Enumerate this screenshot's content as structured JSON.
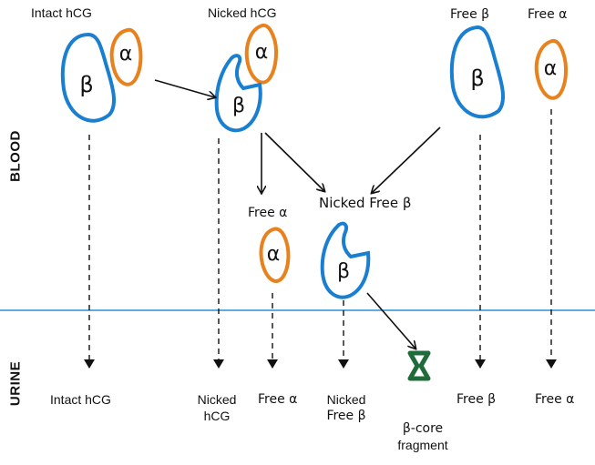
{
  "compartments": {
    "top": "BLOOD",
    "bottom": "URINE"
  },
  "blood_labels": {
    "intact_hcg": "Intact hCG",
    "nicked_hcg": "Nicked hCG",
    "free_beta": "Free β",
    "free_alpha": "Free α",
    "free_alpha_mid": "Free α",
    "nicked_free_beta": "Nicked Free β"
  },
  "urine_labels": {
    "intact_hcg": "Intact hCG",
    "nicked_hcg_1": "Nicked",
    "nicked_hcg_2": "hCG",
    "free_alpha_1": "Free α",
    "nicked_free_beta_1": "Nicked",
    "nicked_free_beta_2": "Free β",
    "beta_core_1": "β-core",
    "beta_core_2": "fragment",
    "free_beta": "Free β",
    "free_alpha_2": "Free α"
  },
  "subunit_symbols": {
    "alpha": "α",
    "beta": "β"
  },
  "colors": {
    "beta_subunit": "#1a7fd0",
    "alpha_subunit": "#e8821e",
    "beta_core": "#1f6b3a",
    "divider": "#2a8fd8",
    "arrow": "#111111"
  }
}
